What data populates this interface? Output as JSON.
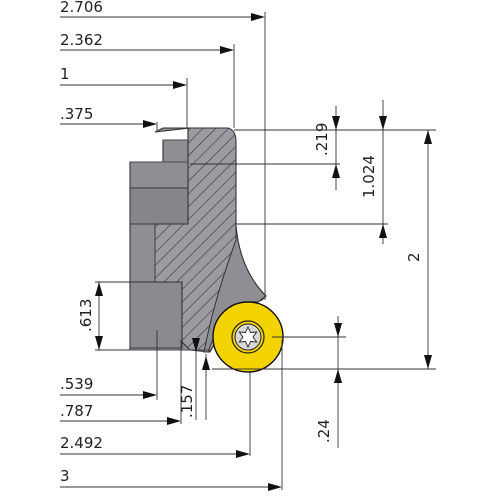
{
  "drawing": {
    "colors": {
      "body_fill": "#8e8e94",
      "section_fill": "#9b9ba2",
      "hatch": "#3b3b40",
      "insert_fill": "#f4d400",
      "insert_ring": "#111111",
      "screw_fill": "#d8d8d8",
      "dimension": "#333333"
    },
    "dimensions": {
      "d_2706": "2.706",
      "d_2362": "2.362",
      "d_1": "1",
      "d_0375": ".375",
      "d_0219": ".219",
      "d_1024": "1.024",
      "d_2": "2",
      "d_0613": ".613",
      "d_0539": ".539",
      "d_0787": ".787",
      "d_0157": ".157",
      "d_2492": "2.492",
      "d_024": ".24",
      "d_3": "3"
    },
    "icons": [
      "torx-screw-icon"
    ]
  }
}
